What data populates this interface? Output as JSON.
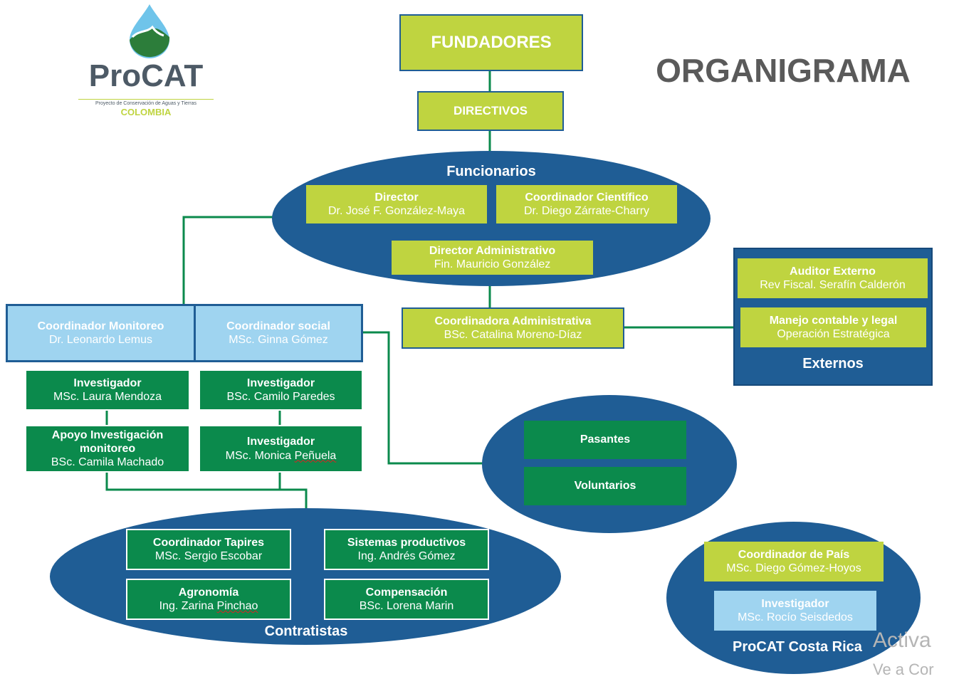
{
  "logo": {
    "name": "ProCAT",
    "tagline": "Proyecto de Conservación de Aguas y Tierras",
    "country": "COLOMBIA"
  },
  "title": "ORGANIGRAMA",
  "fundadores": "FUNDADORES",
  "directivos": "DIRECTIVOS",
  "funcionarios": {
    "label": "Funcionarios",
    "director": {
      "role": "Director",
      "name": "Dr. José F. González-Maya"
    },
    "coord_cientifico": {
      "role": "Coordinador Científico",
      "name": "Dr. Diego Zárrate-Charry"
    },
    "director_admin": {
      "role": "Director Administrativo",
      "name": "Fin. Mauricio González"
    }
  },
  "coord_admin": {
    "role": "Coordinadora Administrativa",
    "name": "BSc. Catalina Moreno-Díaz"
  },
  "externos": {
    "label": "Externos",
    "auditor": {
      "role": "Auditor Externo",
      "name": "Rev Fiscal. Serafín Calderón"
    },
    "contable": {
      "role": "Manejo contable y legal",
      "name": "Operación Estratégica"
    }
  },
  "coord_monitoreo": {
    "role": "Coordinador Monitoreo",
    "name": "Dr. Leonardo Lemus"
  },
  "coord_social": {
    "role": "Coordinador social",
    "name": "MSc. Ginna Gómez"
  },
  "inv_mendoza": {
    "role": "Investigador",
    "name": "MSc. Laura Mendoza"
  },
  "inv_paredes": {
    "role": "Investigador",
    "name": "BSc. Camilo Paredes"
  },
  "apoyo": {
    "role1": "Apoyo Investigación",
    "role2": "monitoreo",
    "name": "BSc. Camila Machado"
  },
  "inv_penuela": {
    "role": "Investigador",
    "name_prefix": "MSc. Monica ",
    "name_last": "Peñuela"
  },
  "pasantes": "Pasantes",
  "voluntarios": "Voluntarios",
  "contratistas": {
    "label": "Contratistas",
    "tapires": {
      "role": "Coordinador Tapires",
      "name": "MSc. Sergio Escobar"
    },
    "sistemas": {
      "role": "Sistemas productivos",
      "name": "Ing. Andrés Gómez"
    },
    "agronomia": {
      "role": "Agronomía",
      "name_prefix": "Ing. Zarina ",
      "name_last": "Pinchao"
    },
    "compensacion": {
      "role": "Compensación",
      "name": "BSc. Lorena Marin"
    }
  },
  "costa_rica": {
    "label": "ProCAT Costa Rica",
    "coord_pais": {
      "role": "Coordinador de País",
      "name": "MSc. Diego Gómez-Hoyos"
    },
    "investigador": {
      "role": "Investigador",
      "name": "MSc. Rocío Seisdedos"
    }
  },
  "watermark": {
    "line1": "Activa",
    "line2": "Ve a Cor"
  },
  "colors": {
    "lime": "#bfd440",
    "navy": "#1f5d95",
    "green": "#0b8a4c",
    "light_blue": "#9fd4f0",
    "line": "#0b8a4c"
  }
}
